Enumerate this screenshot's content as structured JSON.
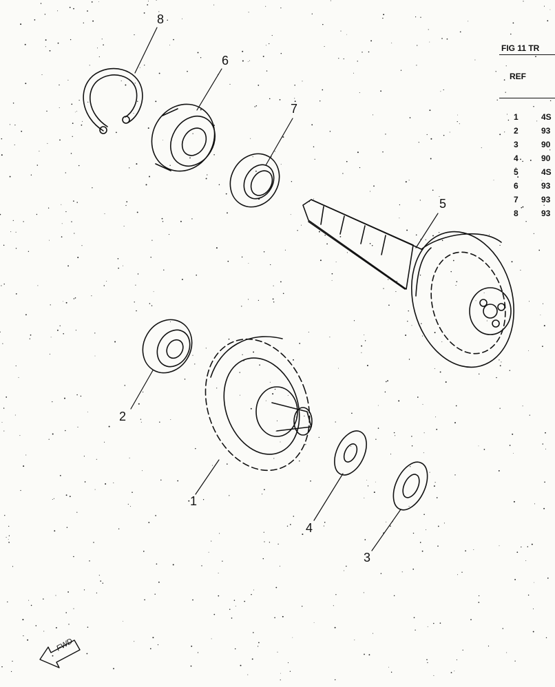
{
  "table": {
    "title": "FIG 11  TR",
    "ref_header": "REF",
    "rows": [
      {
        "ref": "1",
        "part": "4S"
      },
      {
        "ref": "2",
        "part": "93"
      },
      {
        "ref": "3",
        "part": "90"
      },
      {
        "ref": "4",
        "part": "90"
      },
      {
        "ref": "5",
        "part": "4S"
      },
      {
        "ref": "6",
        "part": "93"
      },
      {
        "ref": "7",
        "part": "93"
      },
      {
        "ref": "8",
        "part": "93"
      }
    ]
  },
  "callouts": {
    "c1": "1",
    "c2": "2",
    "c3": "3",
    "c4": "4",
    "c5": "5",
    "c6": "6",
    "c7": "7",
    "c8": "8"
  },
  "fwd_label": "FWD",
  "colors": {
    "ink": "#111111",
    "paper": "#fbfbf8"
  }
}
